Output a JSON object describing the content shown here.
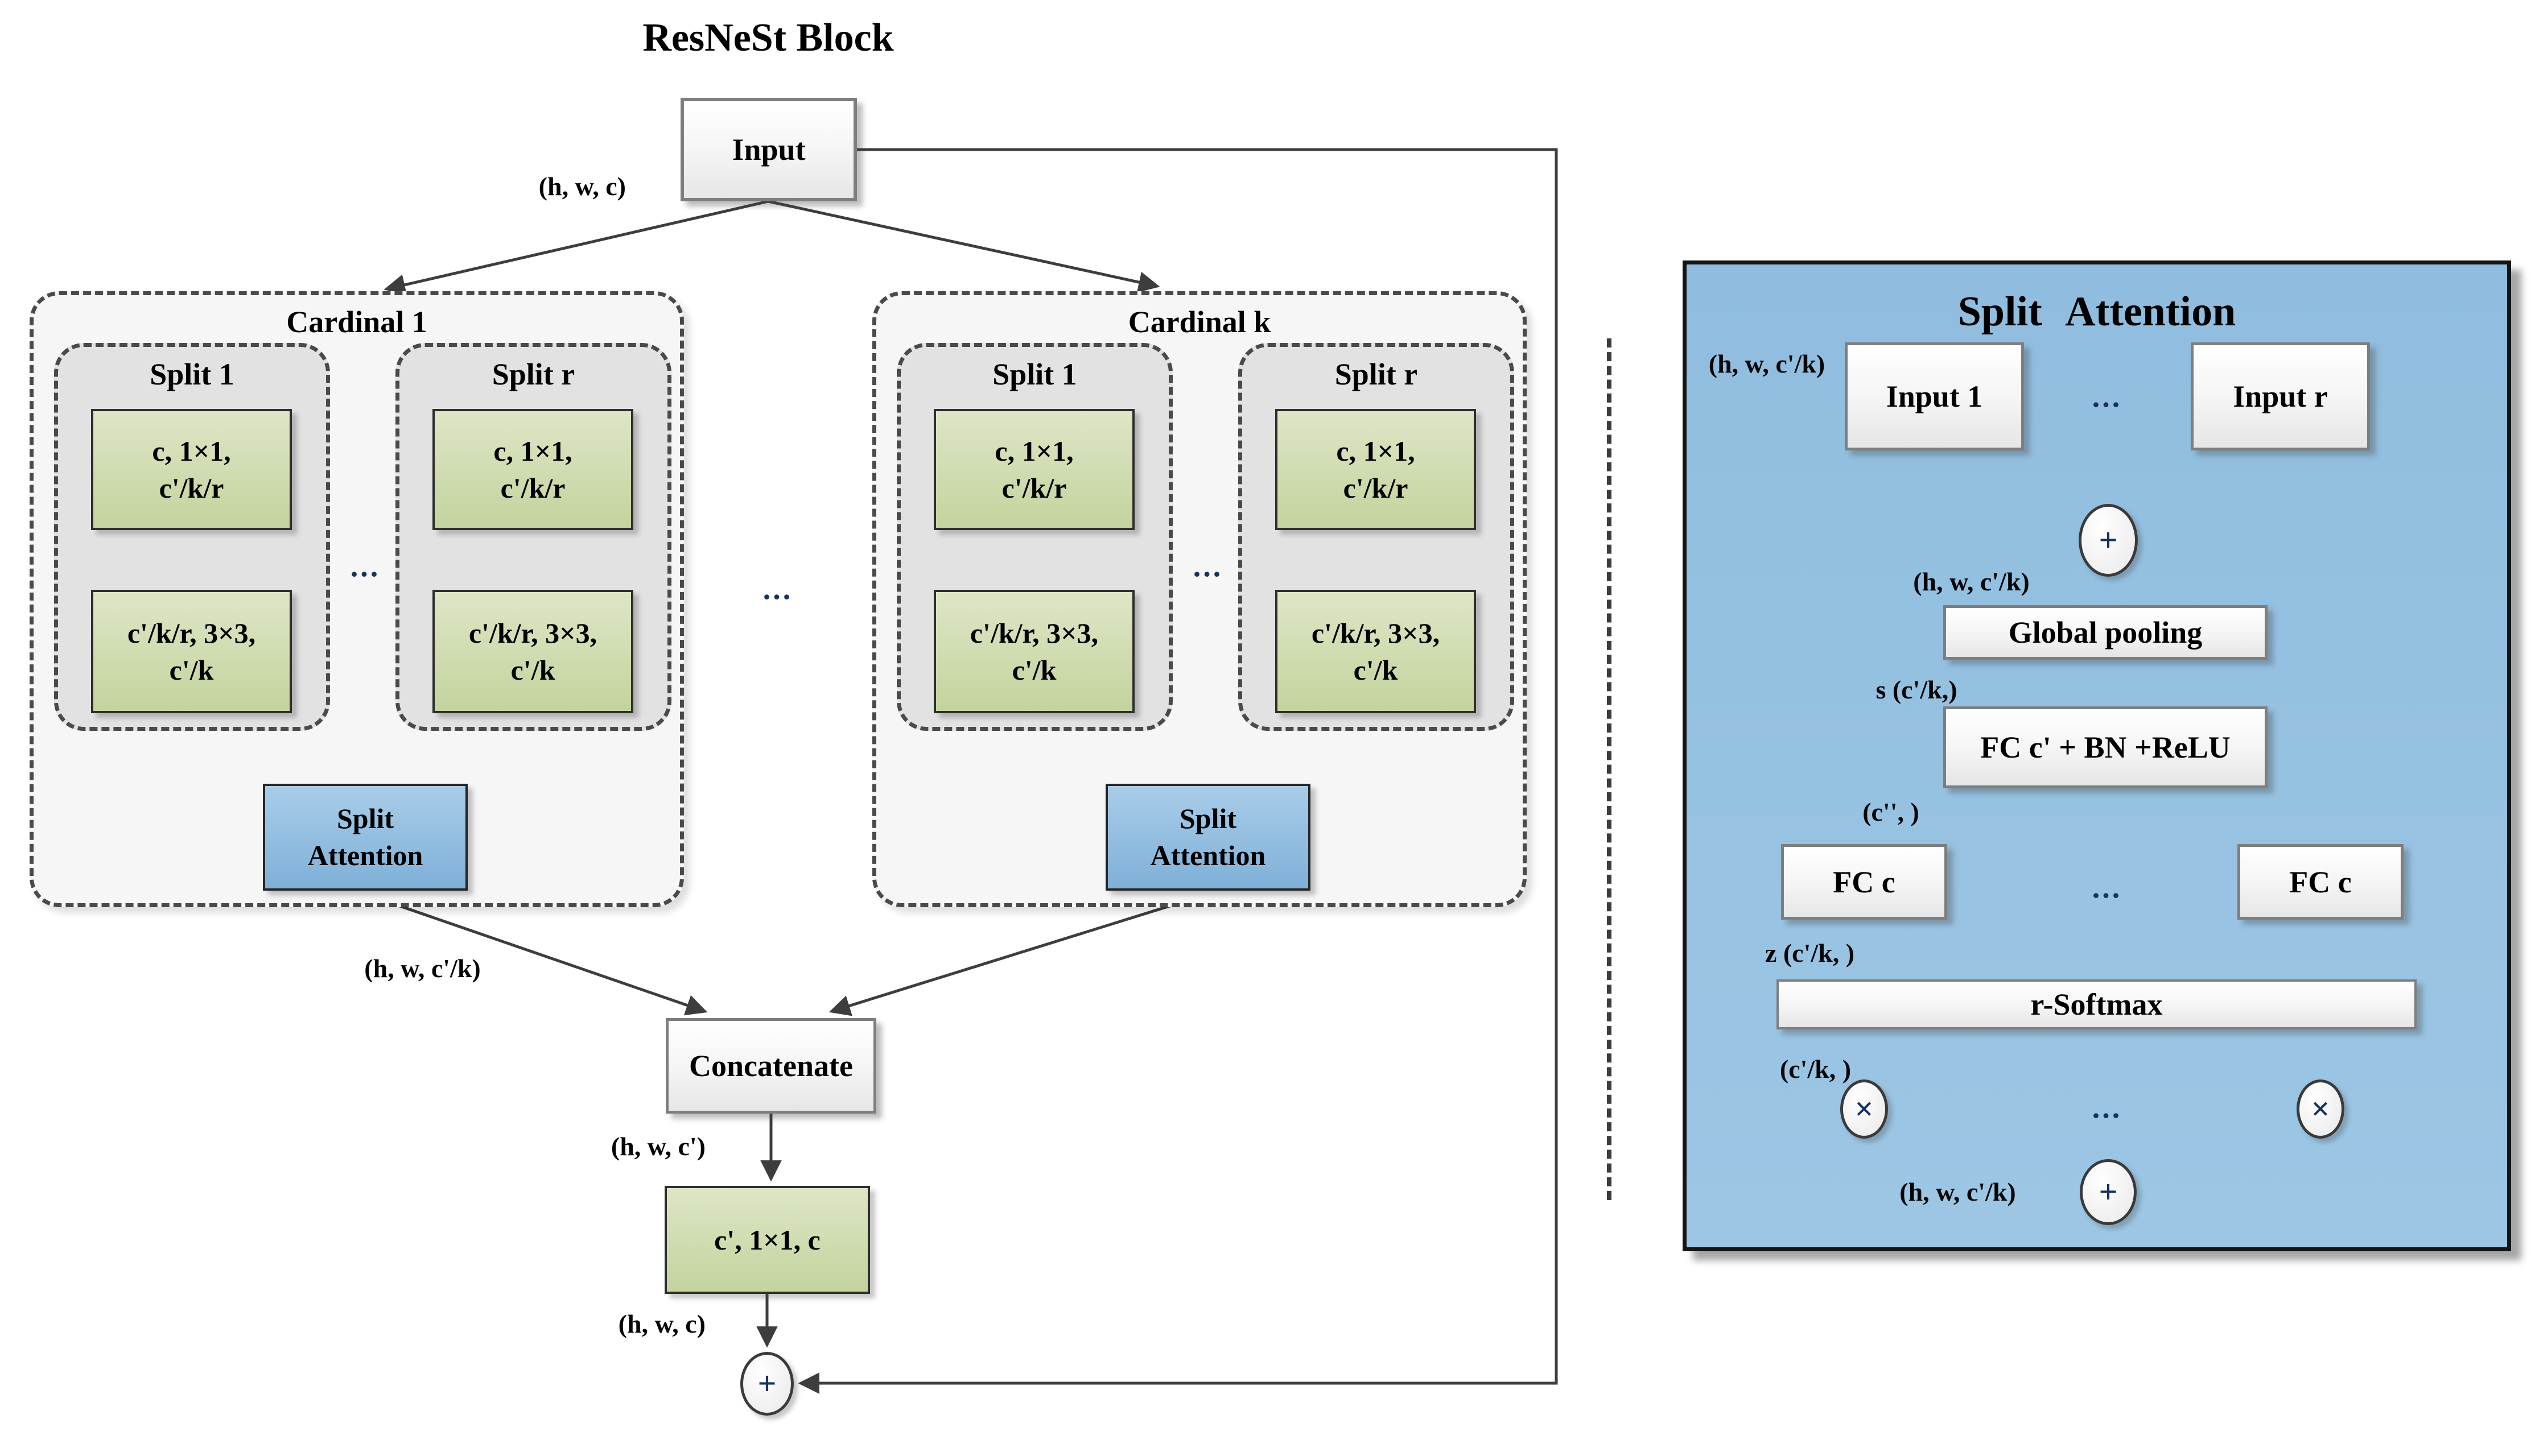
{
  "colors": {
    "panel_blue": "#99c3e1",
    "attention_box_blue": "#8db9dc",
    "conv_box_green": "#ccd8a6",
    "cardinal_gray": "#f6f6f6",
    "split_gray": "#e2e2e2",
    "arrow_gray": "#3d3d3d",
    "symbol_navy": "#17325e"
  },
  "left": {
    "title": "ResNeSt Block",
    "input": "Input",
    "shape_in": "(h, w, c)",
    "cardinal1": "Cardinal 1",
    "cardinal_k": "Cardinal k",
    "split1": "Split 1",
    "split_r": "Split r",
    "conv1": "c, 1×1,\nc'/k/r",
    "conv3": "c'/k/r, 3×3,\nc'/k",
    "dots": "...",
    "split_attention": "Split\nAttention",
    "shape_split": "(h, w, c'/k)",
    "concatenate": "Concatenate",
    "shape_concat": "(h, w, c')",
    "conv_out": "c', 1×1, c",
    "shape_out": "(h, w, c)",
    "plus": "+"
  },
  "right": {
    "title": "Split Attention",
    "shape_in": "(h, w, c'/k)",
    "input1": "Input 1",
    "input_r": "Input r",
    "dots": "...",
    "plus": "+",
    "shape_sum": "(h, w, c'/k)",
    "global_pooling": "Global pooling",
    "s_shape": "s (c'/k,)",
    "fc_bn_relu": "FC c' + BN +ReLU",
    "c2_shape": "(c'', )",
    "fc_c": "FC c",
    "z_shape": "z (c'/k, )",
    "r_softmax": "r-Softmax",
    "ck_shape": "(c'/k, )",
    "times": "×",
    "shape_out": "(h, w, c'/k)"
  }
}
